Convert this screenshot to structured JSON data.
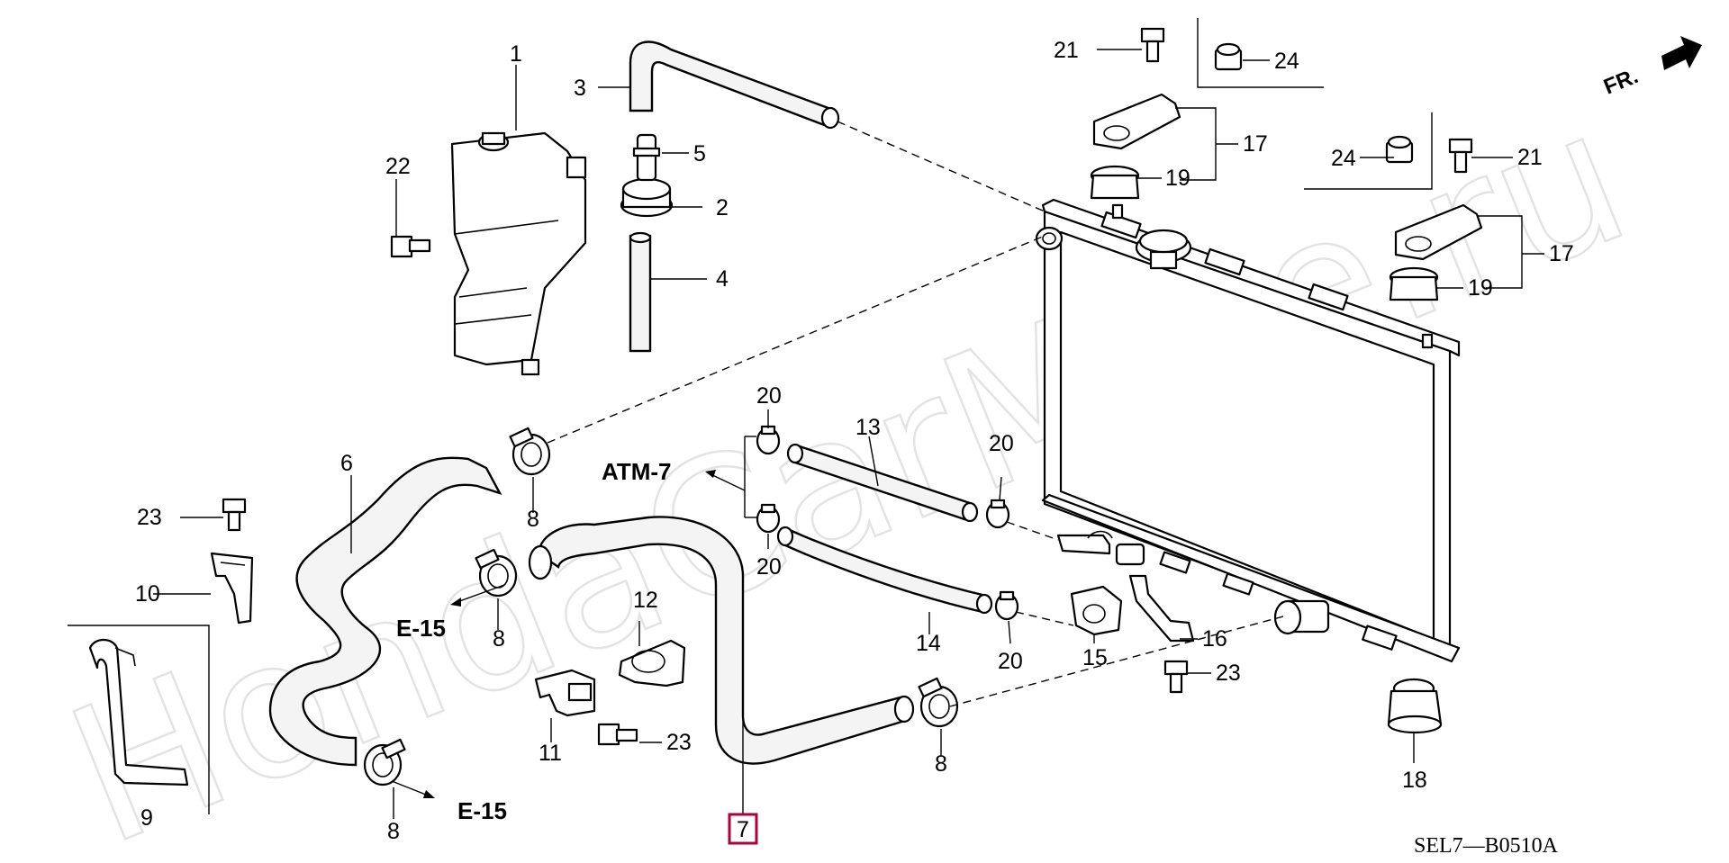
{
  "watermark": "HondaCarMine.ru",
  "direction_label": "FR.",
  "diagram_code": "SEL7—B0510A",
  "references": {
    "atm": "ATM-7",
    "e15_upper": "E-15",
    "e15_lower": "E-15"
  },
  "highlighted_part": "7",
  "callouts": {
    "p1": "1",
    "p2": "2",
    "p3": "3",
    "p4": "4",
    "p5": "5",
    "p6": "6",
    "p7": "7",
    "p8a": "8",
    "p8b": "8",
    "p8c": "8",
    "p8d": "8",
    "p9": "9",
    "p10": "10",
    "p11": "11",
    "p12": "12",
    "p13": "13",
    "p14": "14",
    "p15": "15",
    "p16": "16",
    "p17a": "17",
    "p17b": "17",
    "p18": "18",
    "p19a": "19",
    "p19b": "19",
    "p20a": "20",
    "p20b": "20",
    "p20c": "20",
    "p20d": "20",
    "p21a": "21",
    "p21b": "21",
    "p22": "22",
    "p23a": "23",
    "p23b": "23",
    "p23c": "23",
    "p24a": "24",
    "p24b": "24"
  },
  "colors": {
    "line": "#000000",
    "highlight": "#b0003a",
    "watermark": "#e3e3e3"
  }
}
